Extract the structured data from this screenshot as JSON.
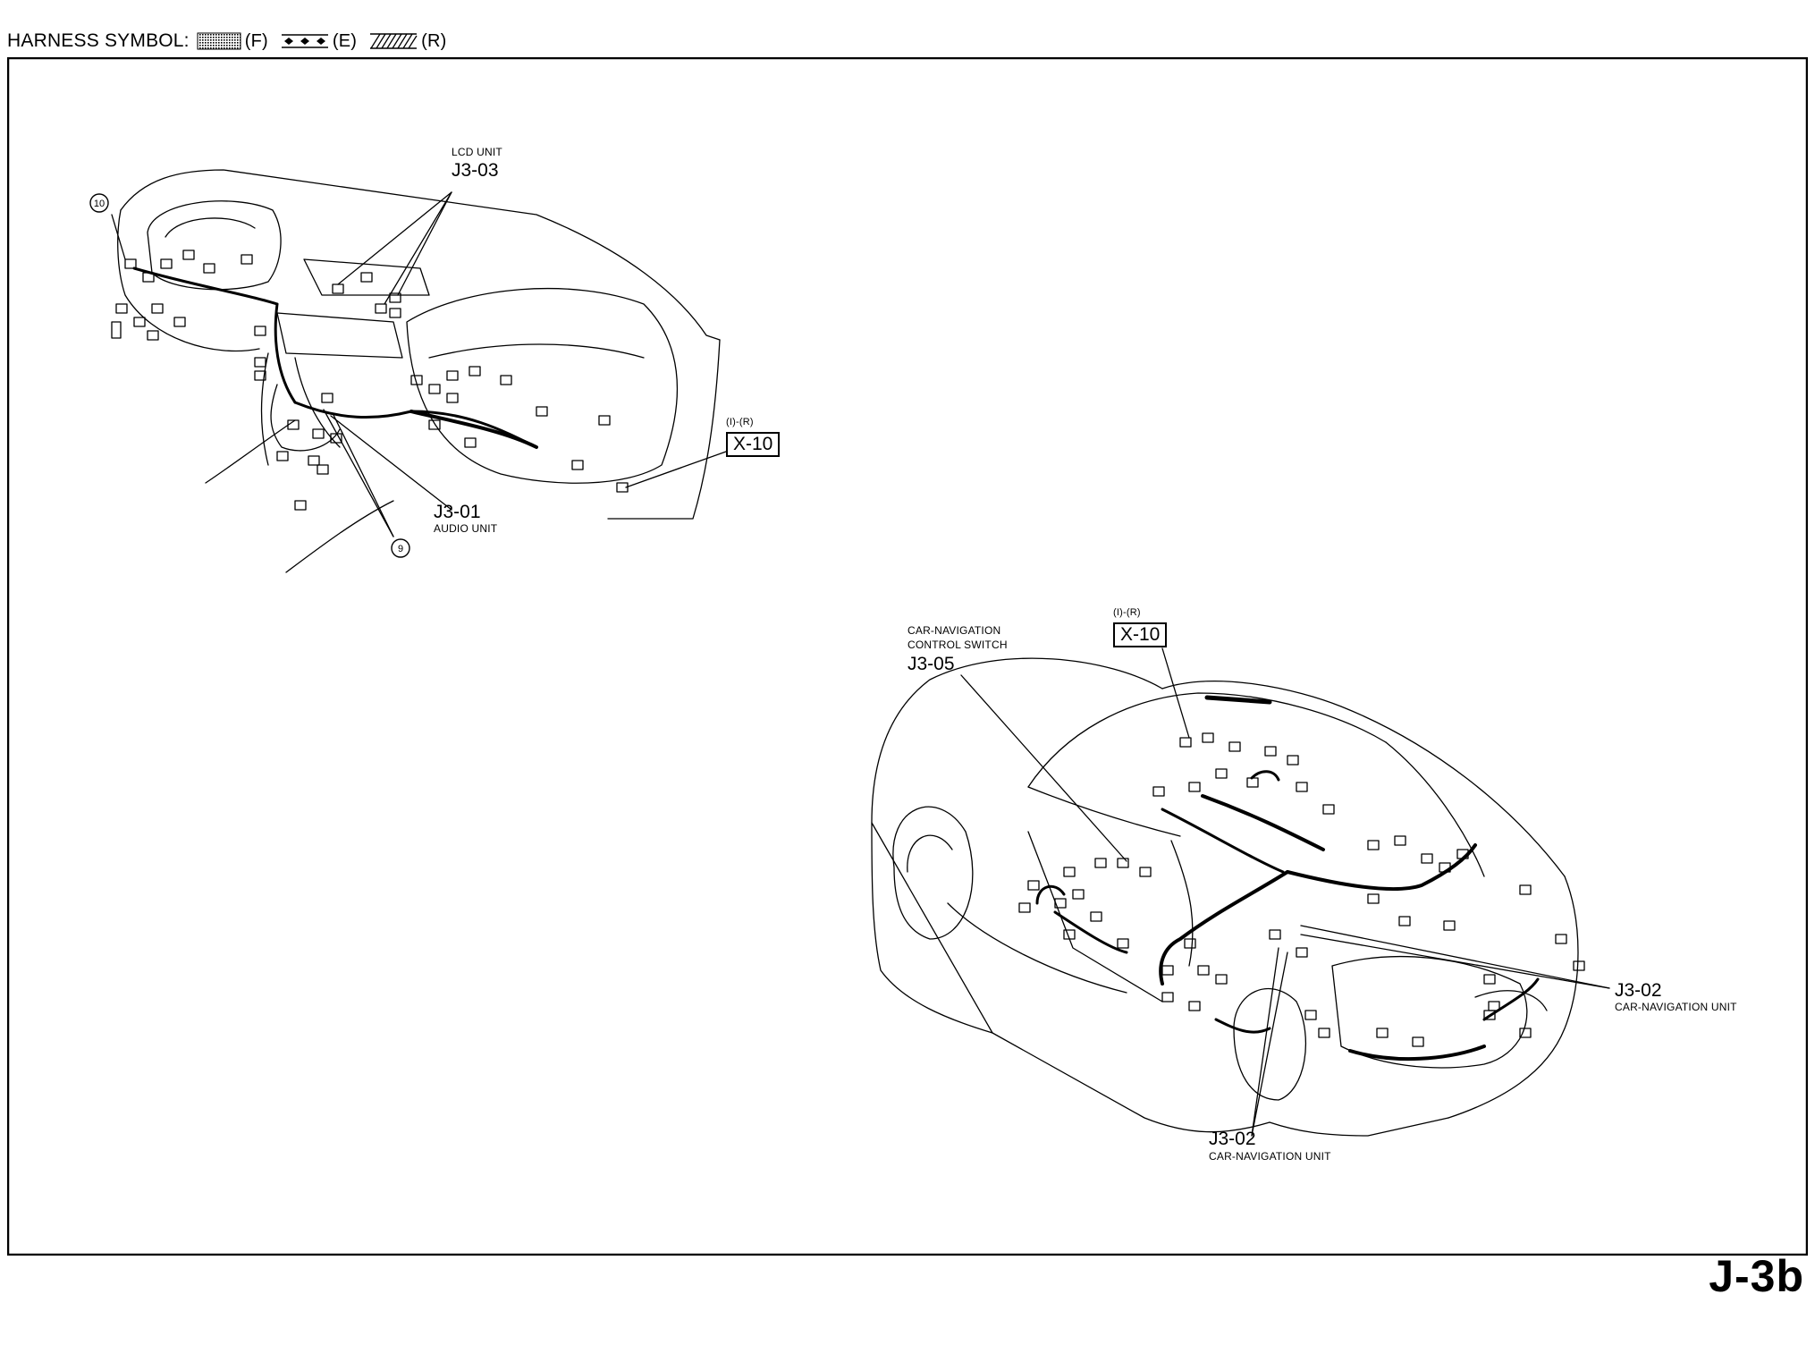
{
  "header": {
    "title": "HARNESS SYMBOL:",
    "symbols": [
      {
        "code": "(F)",
        "pattern": "dotted-grid"
      },
      {
        "code": "(E)",
        "pattern": "dots"
      },
      {
        "code": "(R)",
        "pattern": "hatch"
      }
    ]
  },
  "page_label": "J-3b",
  "dashboard_view": {
    "lcd": {
      "desc": "LCD UNIT",
      "code": "J3-03"
    },
    "audio": {
      "code": "J3-01",
      "desc": "AUDIO UNIT"
    },
    "ref_x10": {
      "tag": "(I)-(R)",
      "code": "X-10"
    },
    "circle_10": "10",
    "circle_9": "9"
  },
  "car_view": {
    "nav_switch": {
      "desc_line1": "CAR-NAVIGATION",
      "desc_line2": "CONTROL SWITCH",
      "code": "J3-05"
    },
    "ref_x10": {
      "tag": "(I)-(R)",
      "code": "X-10"
    },
    "nav_unit_right": {
      "code": "J3-02",
      "desc": "CAR-NAVIGATION UNIT"
    },
    "nav_unit_bottom": {
      "code": "J3-02",
      "desc": "CAR-NAVIGATION UNIT"
    }
  }
}
